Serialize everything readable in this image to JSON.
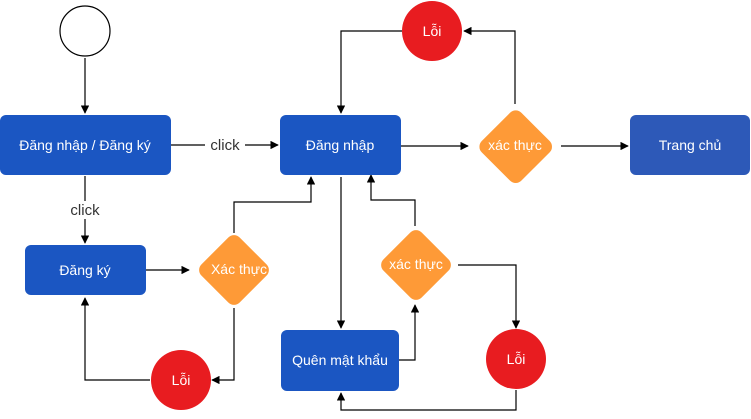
{
  "colors": {
    "process": "#1b56c2",
    "process_end": "#2d59b8",
    "decision": "#fe9a37",
    "error": "#e81c20",
    "text_light": "#ffffff",
    "edge": "#000000"
  },
  "nodes": {
    "login_register": "Đăng nhập / Đăng ký",
    "login": "Đăng nhập",
    "register": "Đăng ký",
    "forgot_password": "Quên mật khẩu",
    "home": "Trang chủ",
    "verify_login": "xác thực",
    "verify_register": "Xác thực",
    "verify_forgot": "xác thực",
    "error_login": "Lỗi",
    "error_register": "Lỗi",
    "error_forgot": "Lỗi"
  },
  "edge_labels": {
    "to_login": "click",
    "to_register": "click"
  }
}
